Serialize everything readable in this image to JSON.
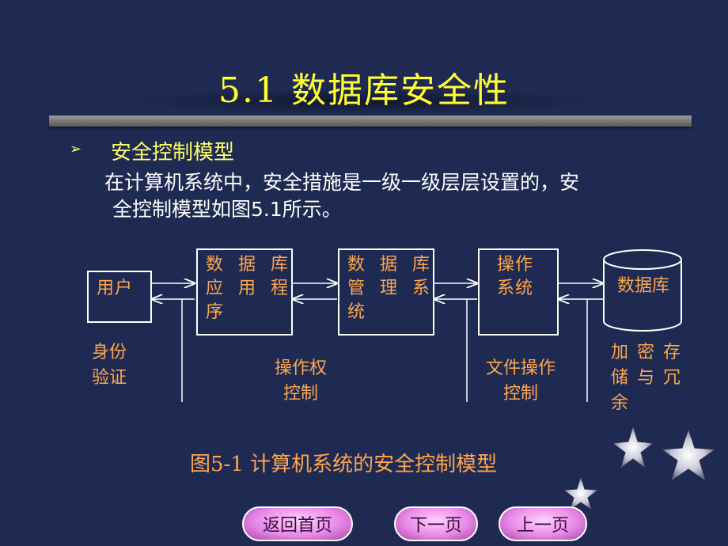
{
  "slide": {
    "title": "5.1 数据库安全性",
    "bullet": "➢",
    "heading": "安全控制模型",
    "paragraph_line1": "在计算机系统中，安全措施是一级一级层层设置的，安",
    "paragraph_line2": "全控制模型如图5.1所示。"
  },
  "diagram": {
    "boxes": {
      "user": "用户",
      "app_l1": "数 据 库",
      "app_l2": "应 用 程",
      "app_l3": "序",
      "dbms_l1": "数 据 库",
      "dbms_l2": "管 理 系",
      "dbms_l3": "统",
      "os_l1": "操作",
      "os_l2": "系统",
      "db": "数据库"
    },
    "labels": {
      "auth_l1": "身份",
      "auth_l2": "验证",
      "access_l1": "操作权",
      "access_l2": "控制",
      "file_l1": "文件操作",
      "file_l2": "控制",
      "enc_l1": "加 密 存",
      "enc_l2": "储 与 冗",
      "enc_l3": "余"
    },
    "caption": "图5-1   计算机系统的安全控制模型"
  },
  "nav": {
    "home": "返回首页",
    "next": "下一页",
    "prev": "上一页"
  },
  "colors": {
    "background": "#1f2a52",
    "title": "#ffff33",
    "diagram_text": "#ffa64d",
    "button": "#e88ae8"
  },
  "icons": [
    "star-icon"
  ]
}
